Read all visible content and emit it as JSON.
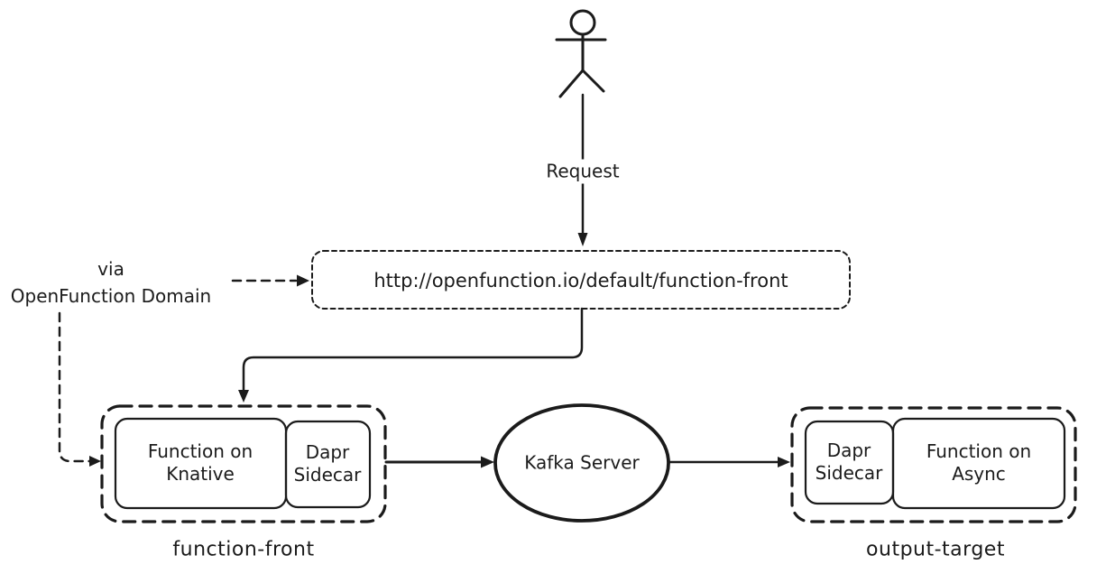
{
  "labels": {
    "request": "Request",
    "via_line1": "via",
    "via_line2": "OpenFunction Domain",
    "url": "http://openfunction.io/default/function-front",
    "kafka_server": "Kafka Server"
  },
  "function_front": {
    "caption": "function-front",
    "knative_box": "Function on Knative",
    "dapr_box": "Dapr Sidecar"
  },
  "output_target": {
    "caption": "output-target",
    "dapr_box": "Dapr Sidecar",
    "async_box": "Function on Async"
  },
  "icons": {
    "actor": "person-icon"
  },
  "colors": {
    "stroke": "#1b1b1b",
    "background": "#ffffff"
  }
}
